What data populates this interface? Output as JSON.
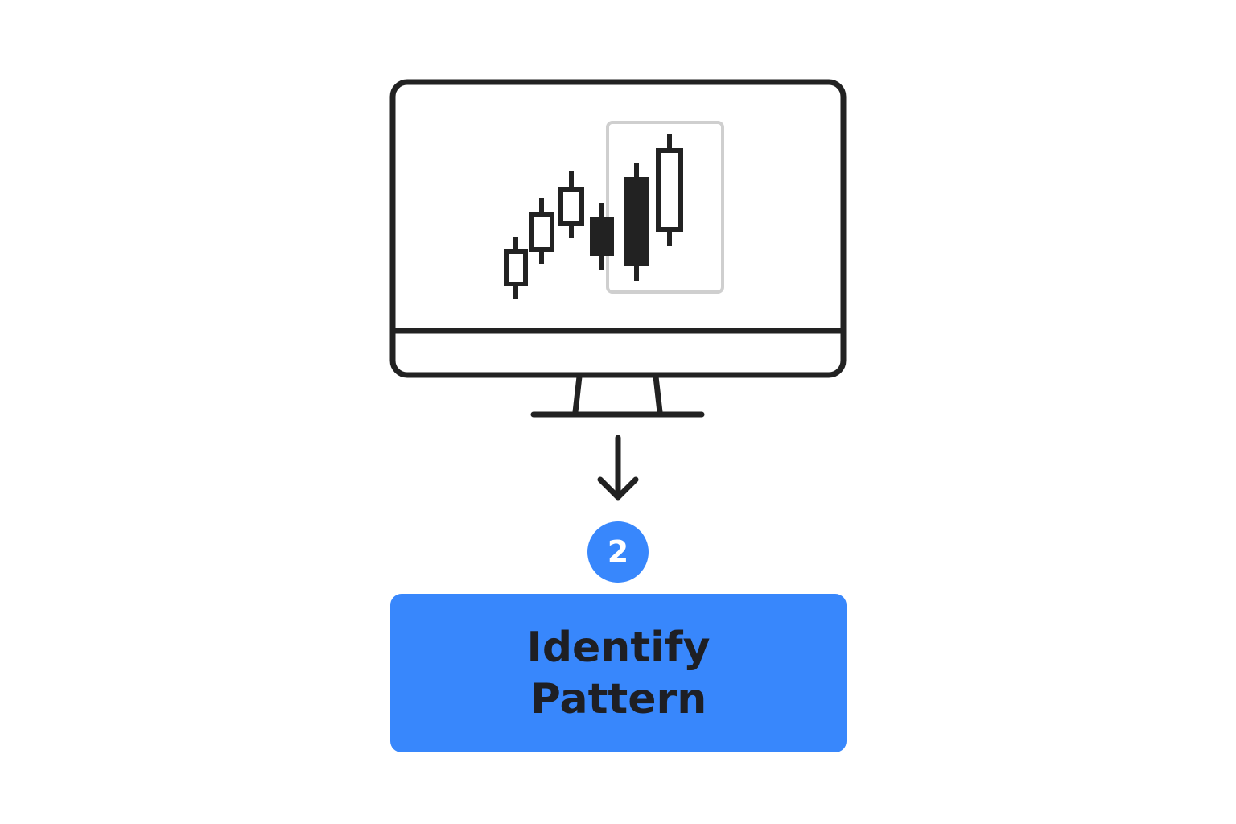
{
  "colors": {
    "stroke": "#222222",
    "accent": "#3887fc",
    "highlight": "#cfcfcf",
    "label_text": "#1e1f24",
    "badge_text": "#ffffff"
  },
  "icons": {
    "monitor": "monitor-icon",
    "chart": "candlestick-chart-icon",
    "arrow": "arrow-down-icon"
  },
  "step": {
    "number": "2",
    "label_lines": [
      "Identify",
      "Pattern"
    ]
  }
}
